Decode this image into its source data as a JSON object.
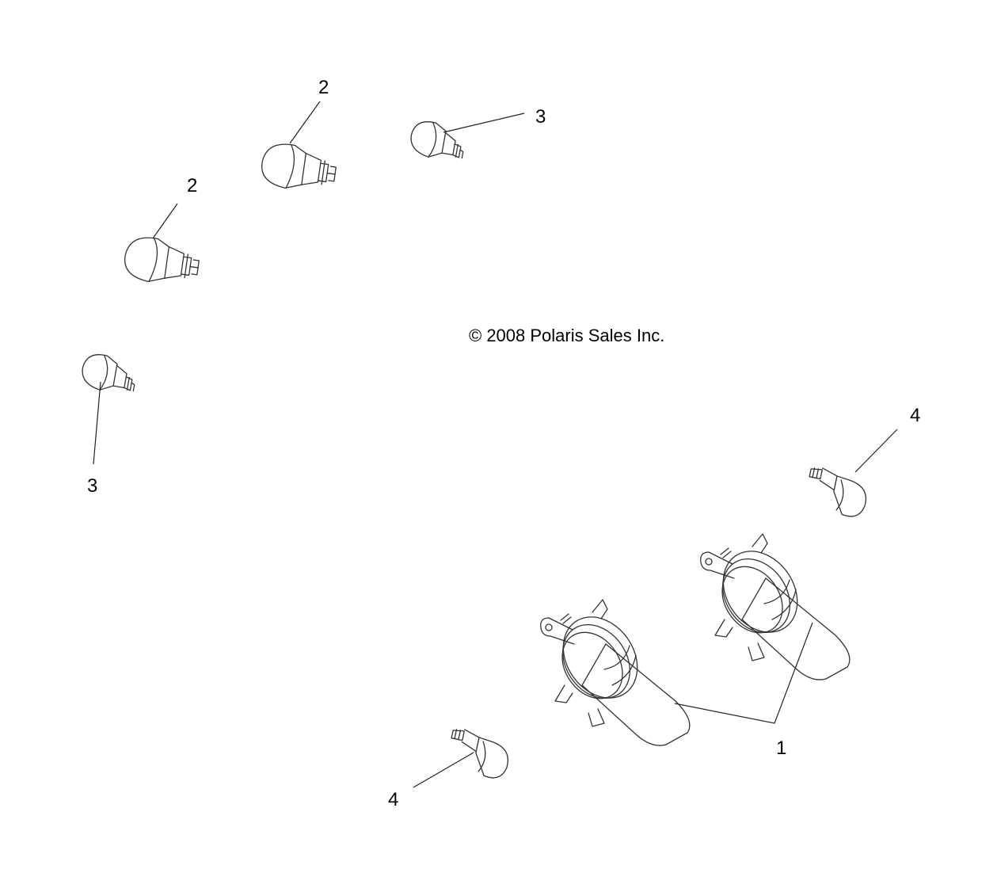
{
  "copyright": "© 2008 Polaris Sales Inc.",
  "callouts": [
    "1",
    "2",
    "2",
    "3",
    "3",
    "4",
    "4"
  ],
  "parts": [
    {
      "callout": "1",
      "icon": "halogen-headlight-bulb-icon",
      "count": 2
    },
    {
      "callout": "2",
      "icon": "wedge-base-dual-filament-bulb-icon",
      "count": 2
    },
    {
      "callout": "3",
      "icon": "wedge-base-bulb-icon",
      "count": 2
    },
    {
      "callout": "4",
      "icon": "miniature-wedge-bulb-icon",
      "count": 2
    }
  ],
  "colors": {
    "line": "#333333",
    "text": "#000000",
    "background": "#ffffff"
  }
}
